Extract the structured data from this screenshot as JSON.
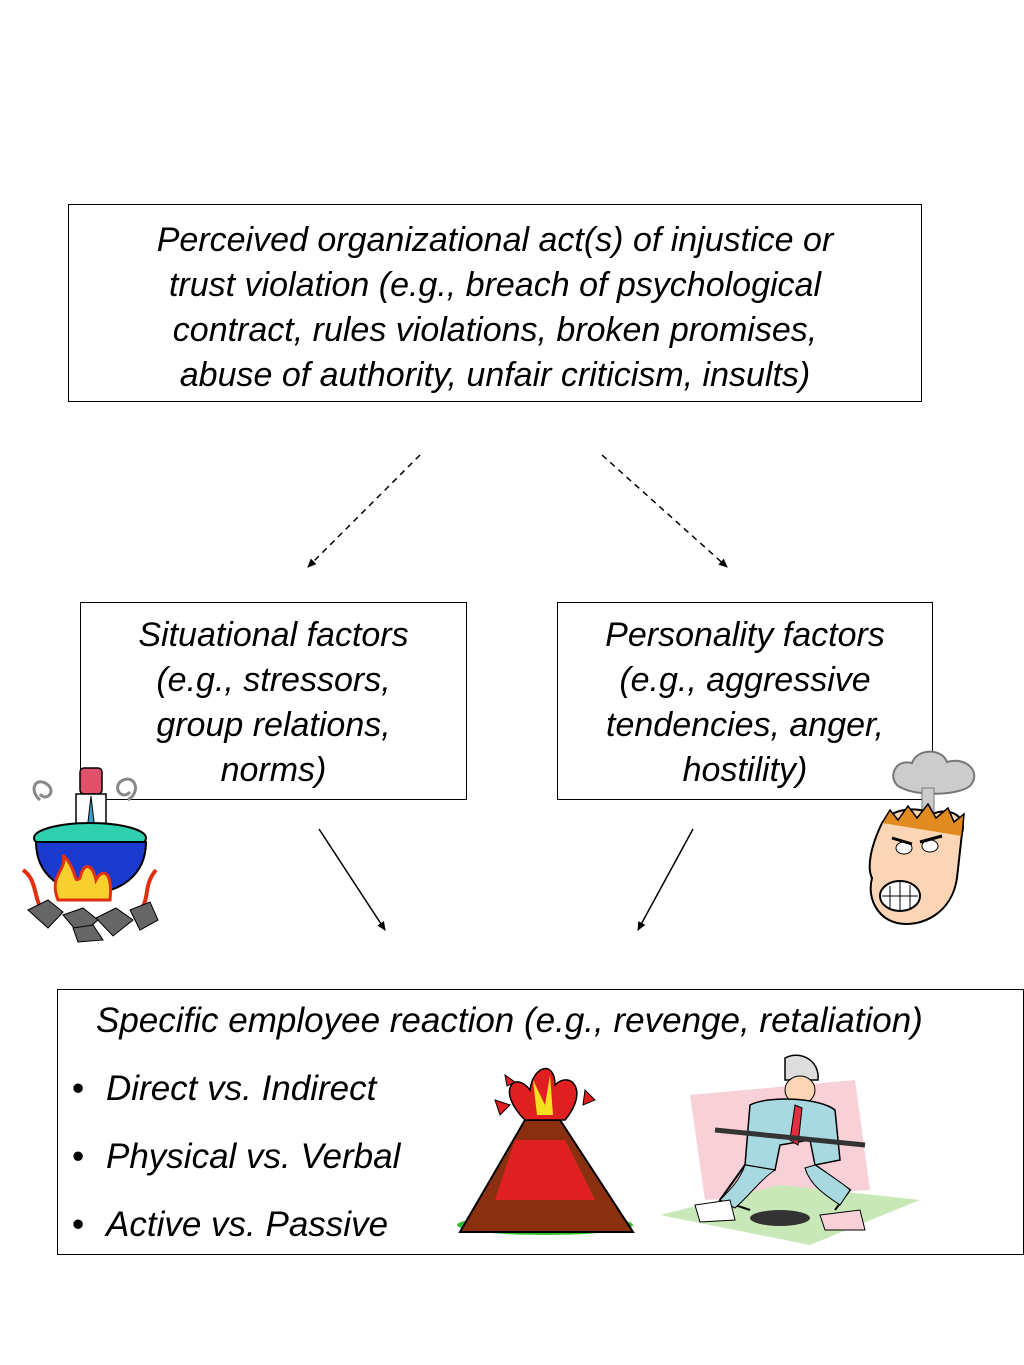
{
  "top_box": {
    "lines": [
      "Perceived organizational act(s) of injustice or",
      "trust violation (e.g., breach of psychological",
      "contract, rules violations, broken promises,",
      "abuse of authority, unfair criticism, insults)"
    ]
  },
  "left_box": {
    "lines": [
      "Situational factors",
      "(e.g., stressors,",
      "group relations,",
      "norms)"
    ]
  },
  "right_box": {
    "lines": [
      "Personality factors",
      "(e.g., aggressive",
      "tendencies, anger,",
      "hostility)"
    ]
  },
  "bottom_box": {
    "title": "Specific employee reaction (e.g., revenge, retaliation)",
    "bullet_symbol": "•",
    "bullets": [
      "Direct vs. Indirect",
      "Physical vs. Verbal",
      "Active vs. Passive"
    ]
  },
  "images": {
    "left_clipart": "boiling-pot-man-icon",
    "right_clipart": "angry-man-steaming-head-icon",
    "volcano_clipart": "erupting-volcano-icon",
    "runner_clipart": "running-businessman-icon"
  }
}
